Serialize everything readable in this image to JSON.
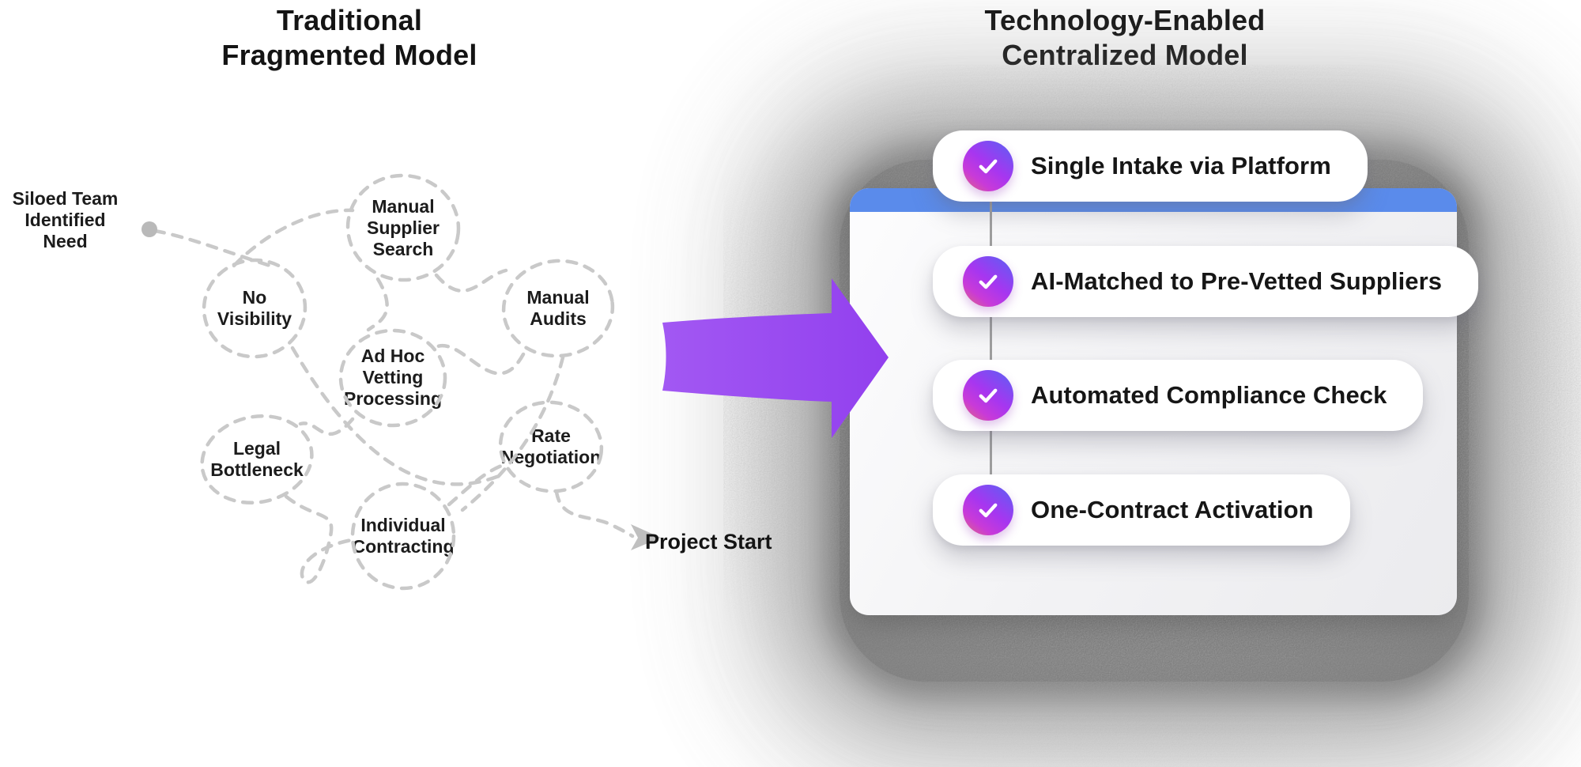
{
  "left_panel": {
    "title_lines": [
      "Traditional",
      "Fragmented Model"
    ],
    "start_label_lines": [
      "Siloed Team",
      "Identified",
      "Need"
    ],
    "loops": [
      {
        "id": "manual-supplier-search",
        "lines": [
          "Manual",
          "Supplier",
          "Search"
        ]
      },
      {
        "id": "no-visibility",
        "lines": [
          "No",
          "Visibility"
        ]
      },
      {
        "id": "manual-audits",
        "lines": [
          "Manual",
          "Audits"
        ]
      },
      {
        "id": "ad-hoc-vetting",
        "lines": [
          "Ad Hoc",
          "Vetting",
          "Processing"
        ]
      },
      {
        "id": "legal-bottleneck",
        "lines": [
          "Legal",
          "Bottleneck"
        ]
      },
      {
        "id": "rate-negotiation",
        "lines": [
          "Rate",
          "Negotiation"
        ]
      },
      {
        "id": "individual-contracting",
        "lines": [
          "Individual",
          "Contracting"
        ]
      }
    ],
    "end_label": "Project Start"
  },
  "right_panel": {
    "title_lines": [
      "Technology-Enabled",
      "Centralized Model"
    ],
    "steps": [
      {
        "label": "Single Intake via Platform"
      },
      {
        "label": "AI-Matched to Pre-Vetted Suppliers"
      },
      {
        "label": "Automated Compliance Check"
      },
      {
        "label": "One-Contract Activation"
      }
    ]
  },
  "colors": {
    "arrow_purple": "#9a4af0",
    "browser_bar_blue": "#5a8beb",
    "dashed_line_gray": "#c9c9c9",
    "check_gradient_start": "#5566f0",
    "check_gradient_mid": "#a736f0",
    "check_gradient_end": "#e26f72",
    "shadow_gray": "#6b6b6b",
    "text_black": "#1a1a1a"
  }
}
